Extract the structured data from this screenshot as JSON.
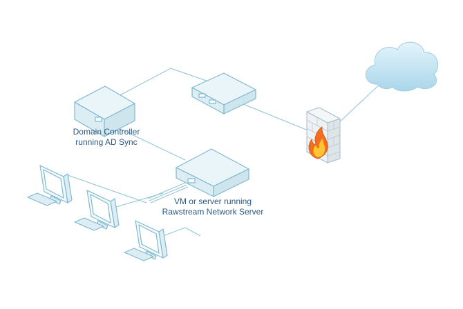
{
  "diagram": {
    "nodes": {
      "domain_controller": {
        "label_line1": "Domain Controller",
        "label_line2": "running AD Sync"
      },
      "network_server": {
        "label_line1": "VM or server running",
        "label_line2": "Rawstream Network Server"
      },
      "router": {
        "label_line1": "",
        "label_line2": ""
      },
      "firewall": {
        "label_line1": "",
        "label_line2": ""
      },
      "internet": {
        "label_line1": "",
        "label_line2": ""
      }
    },
    "edges": [
      {
        "from": "domain_controller",
        "to": "router"
      },
      {
        "from": "router",
        "to": "firewall"
      },
      {
        "from": "firewall",
        "to": "internet"
      },
      {
        "from": "domain_controller",
        "to": "network_server"
      },
      {
        "from": "network_server",
        "to": "workstations"
      }
    ],
    "workstation_count": 3,
    "colors": {
      "outline": "#7fb9cf",
      "device_fill": "#e6f3f8",
      "device_side": "#cfe5ee",
      "cloud": "#c9e6f3",
      "brick": "#e9eef1",
      "flame_outer": "#f26f1f",
      "flame_inner": "#ffc533",
      "label_text": "#2a5a86"
    }
  }
}
